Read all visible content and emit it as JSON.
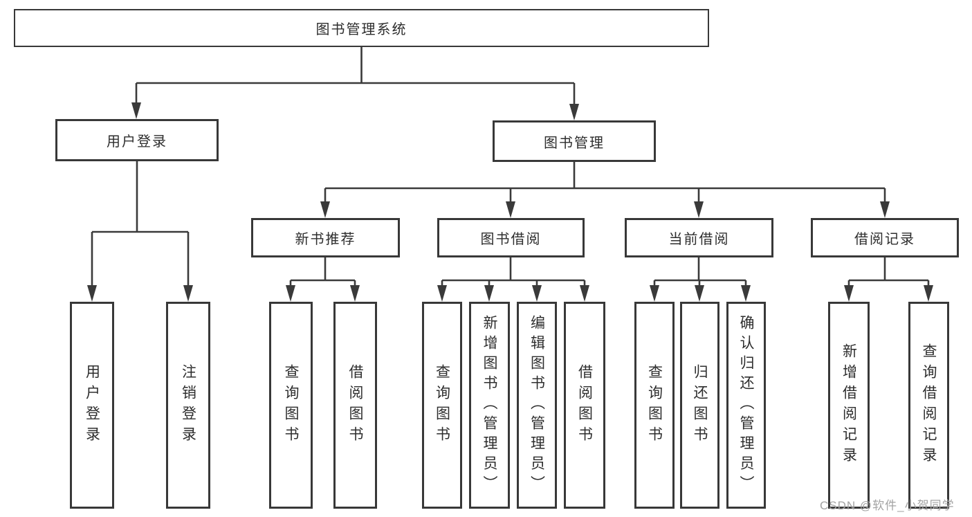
{
  "nodes": {
    "root": "图书管理系统",
    "user_login": "用户登录",
    "book_management": "图书管理",
    "new_book_recommend": "新书推荐",
    "book_borrowing": "图书借阅",
    "current_borrowing": "当前借阅",
    "borrowing_records": "借阅记录",
    "leaf_user_login": "用户登录",
    "leaf_logout": "注销登录",
    "leaf_nb_query_books": "查询图书",
    "leaf_nb_borrow_books": "借阅图书",
    "leaf_bb_query_books": "查询图书",
    "leaf_bb_add_books_admin": "新增图书（管理员）",
    "leaf_bb_edit_books_admin": "编辑图书（管理员）",
    "leaf_bb_borrow_books": "借阅图书",
    "leaf_cb_query_books": "查询图书",
    "leaf_cb_return_books": "归还图书",
    "leaf_cb_confirm_return_admin": "确认归还（管理员）",
    "leaf_br_add_record": "新增借阅记录",
    "leaf_br_query_record": "查询借阅记录"
  },
  "watermark": "CSDN @软件_小贺同学"
}
